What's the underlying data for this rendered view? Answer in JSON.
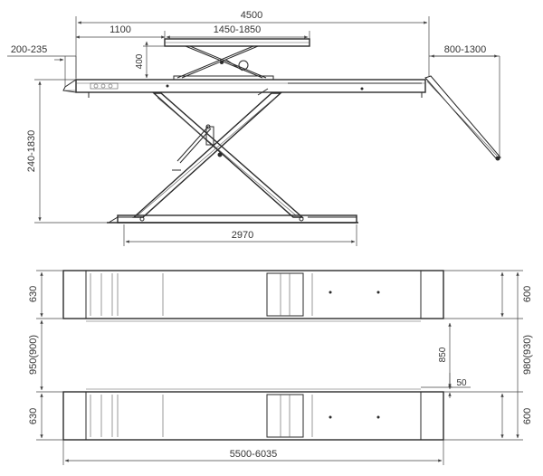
{
  "dimensions": {
    "overall_length": "4500",
    "front_section": "1100",
    "extension_range": "1450-1850",
    "extension_height": "400",
    "front_ramp": "200-235",
    "rear_ramp": "800-1300",
    "lift_height": "240-1830",
    "base_length": "2970",
    "runway_width_left_top": "630",
    "runway_width_right_top": "600",
    "inner_spacing": "950(900)",
    "outer_width": "980(930)",
    "gap_850": "850",
    "gap_50": "50",
    "runway_width_left_bottom": "630",
    "runway_width_right_bottom": "600",
    "total_length": "5500-6035"
  },
  "colors": {
    "line": "#2a2a2a",
    "text": "#333333"
  }
}
